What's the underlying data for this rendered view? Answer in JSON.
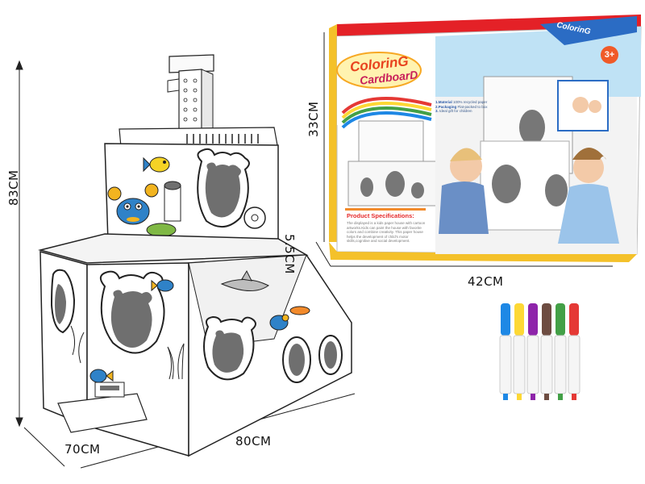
{
  "dimensions": {
    "height": "83CM",
    "depth": "70CM",
    "width": "80CM",
    "box_height": "33CM",
    "box_depth": "5.5CM",
    "box_width": "42CM"
  },
  "package": {
    "title_line1": "ColorinG",
    "title_line2": "CardboarD",
    "corner_brand": "ColorinG",
    "age": "3+",
    "spec_title": "Product Specifications:",
    "spec_body": "The displayed is a kids paper house with cartoon artworks.Kids can paint the house with favorite colors and combine creativity. This paper house helps the development of child's motor skills,cognitive and social development.",
    "features": [
      {
        "head": "1.Material",
        "text": "100% recycled paper"
      },
      {
        "head": "2.Packaging",
        "text": "Flat-packed to box"
      },
      {
        "head": "3.",
        "text": "Ideal gift for children"
      }
    ]
  },
  "colors": {
    "box_top": "#e8202a",
    "box_side": "#f3c52a",
    "sky": "#bfe2f5",
    "marker_caps": [
      "#1e88e5",
      "#fdd835",
      "#8e24aa",
      "#6d4c41",
      "#43a047",
      "#e53935"
    ]
  },
  "icons": [
    "dimension-arrow-icon",
    "marker-icon",
    "porthole-icon",
    "crab-icon",
    "fish-icon",
    "shark-icon"
  ]
}
